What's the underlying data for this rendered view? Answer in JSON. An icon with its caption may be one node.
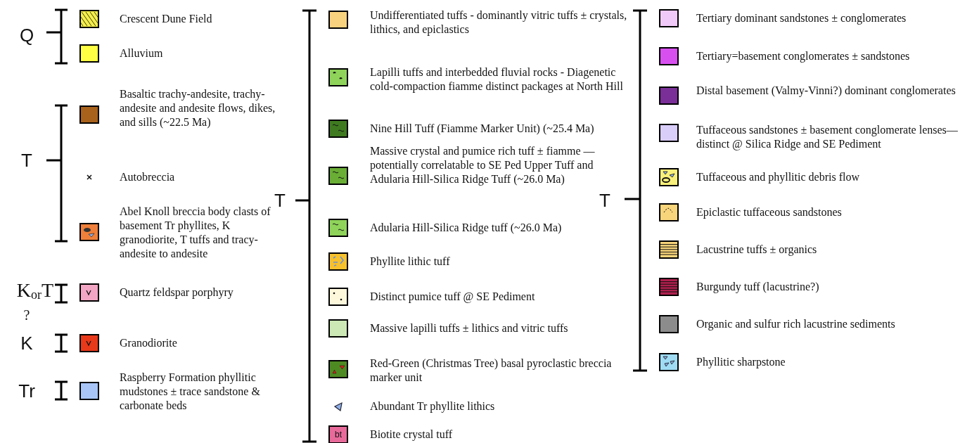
{
  "diagram": {
    "labels": [
      "Q",
      "T",
      "K$_{or}$T",
      "?",
      "K",
      "Tr",
      "T",
      "bt",
      "T"
    ],
    "legend": [
      {
        "text": "Crescent Dune Field"
      },
      {
        "text": "Alluvium",
        "color": "#ffff44"
      },
      {
        "text": "Basaltic trachy-andesite, trachy-andesite and andesite flows, dikes, and sills (~22.5 Ma)",
        "color": "#a8621c"
      },
      {
        "text": "Autobreccia"
      },
      {
        "text": "Abel Knoll breccia body clasts of basement Tr phyllites, K granodiorite, T tuffs and tracy-andesite to andesite"
      },
      {
        "text": "Quartz feldspar porphyry"
      },
      {
        "text": "Granodiorite"
      },
      {
        "text": "Raspberry Formation phyllitic mudstones ± trace sandstone & carbonate beds",
        "color": "#a9c5f7"
      },
      {
        "text": "Undifferentiated tuffs - dominantly vitric tuffs ± crystals, lithics, and epiclastics",
        "color": "#f9d27f"
      },
      {
        "text": "Lapilli tuffs and interbedded fluvial rocks - Diagenetic cold-compaction fiamme distinct packages at North Hill"
      },
      {
        "text": "Nine Hill Tuff (Fiamme Marker Unit) (~25.4 Ma)"
      },
      {
        "text": "Massive crystal and pumice rich tuff ± fiamme — potentially correlatable to SE Ped Upper Tuff and Adularia Hill-Silica Ridge Tuff (~26.0 Ma)"
      },
      {
        "text": "Adularia Hill-Silica Ridge tuff (~26.0 Ma)"
      },
      {
        "text": "Phyllite lithic tuff"
      },
      {
        "text": "Distinct pumice tuff @ SE Pediment"
      },
      {
        "text": "Massive lapilli tuffs ± lithics and vitric tuffs",
        "color": "#cce8b5"
      },
      {
        "text": "Red-Green (Christmas Tree) basal pyroclastic breccia marker unit"
      },
      {
        "text": "Abundant Tr phyllite lithics"
      },
      {
        "text": "Biotite crystal tuff"
      },
      {
        "text": "Tertiary dominant sandstones ± conglomerates",
        "color": "#f1c9f9"
      },
      {
        "text": "Tertiary=basement conglomerates ± sandstones",
        "color": "#d84ff0"
      },
      {
        "text": "Distal basement (Valmy-Vinni?) dominant conglomerates",
        "color": "#7a2f98"
      },
      {
        "text": "Tuffaceous sandstones ± basement conglomerate lenses—distinct @ Silica Ridge and SE Pediment",
        "color": "#d9cdfa"
      },
      {
        "text": "Tuffaceous and phyllitic debris flow"
      },
      {
        "text": "Epiclastic tuffaceous sandstones"
      },
      {
        "text": "Lacustrine tuffs ± organics"
      },
      {
        "text": "Burgundy tuff (lacustrine?)"
      },
      {
        "text": "Organic and sulfur rich lacustrine sediments",
        "color": "#8c8c8c"
      },
      {
        "text": "Phyllitic sharpstone"
      }
    ]
  }
}
